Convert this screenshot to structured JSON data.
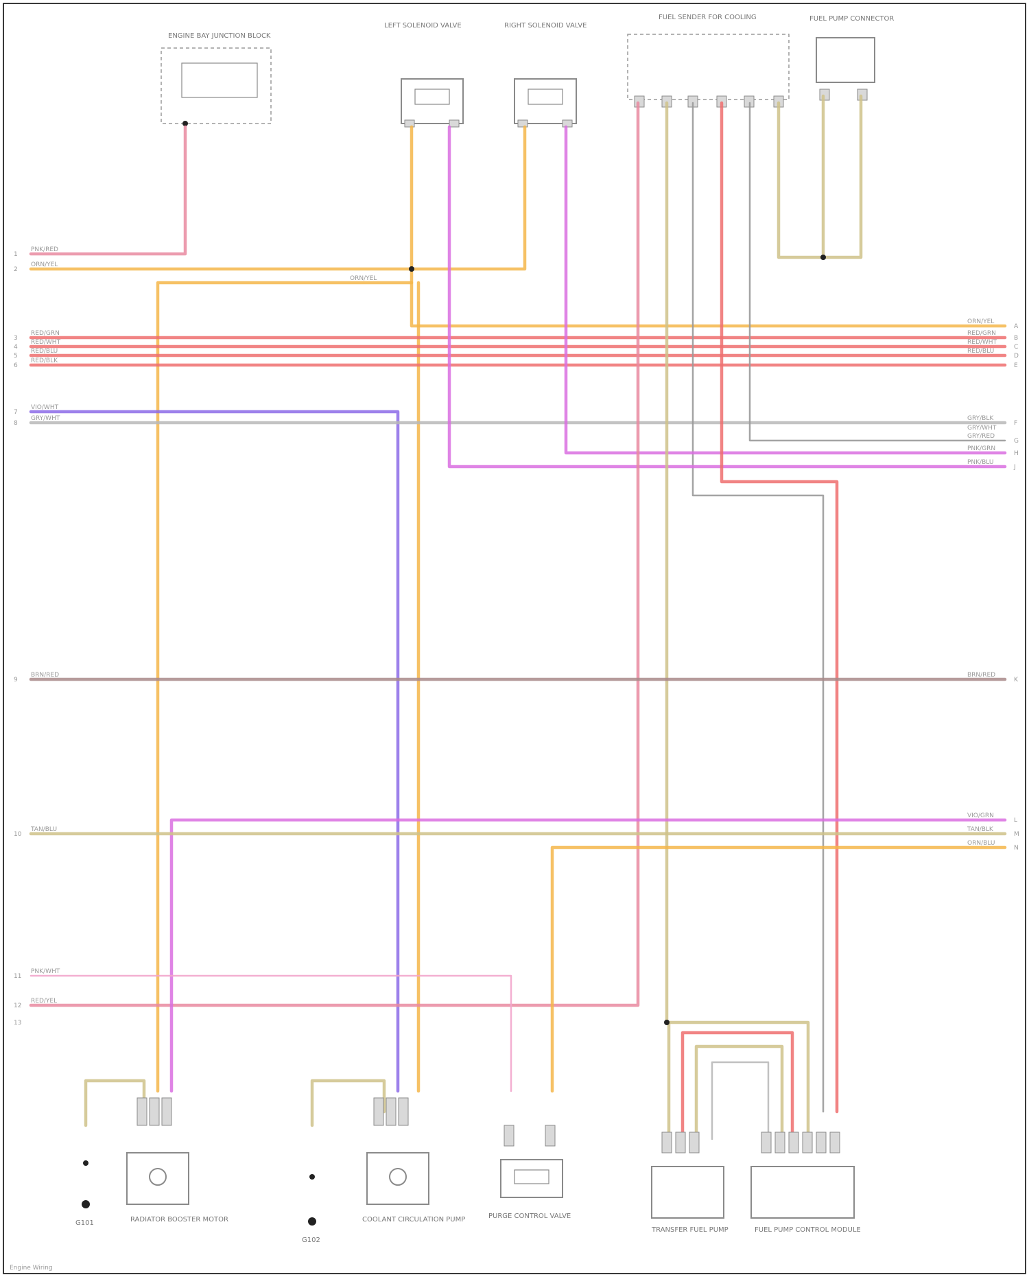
{
  "diagram": {
    "footer": "Engine Wiring",
    "components": {
      "engine_bay": "ENGINE BAY JUNCTION BLOCK",
      "left_solenoid": "LEFT SOLENOID VALVE",
      "right_solenoid": "RIGHT SOLENOID VALVE",
      "fuel_sender": "FUEL SENDER FOR COOLING",
      "fuel_pump_connector": "FUEL PUMP CONNECTOR",
      "heater_pump_a": "RADIATOR BOOSTER MOTOR",
      "heater_pump_b": "COOLANT CIRCULATION PUMP",
      "purge_valve": "PURGE CONTROL VALVE",
      "transfer_pump": "TRANSFER FUEL PUMP",
      "fuel_pump_module": "FUEL PUMP CONTROL MODULE",
      "ground_a": "G101",
      "ground_b": "G102"
    },
    "left_pins": [
      "1",
      "2",
      "3",
      "4",
      "5",
      "6",
      "7",
      "8",
      "9",
      "10",
      "11",
      "12",
      "13"
    ],
    "right_pins": [
      "A",
      "B",
      "C",
      "D",
      "E",
      "F",
      "G",
      "H",
      "J",
      "K",
      "L",
      "M",
      "N"
    ],
    "wire_labels": {
      "w_pk1": "PNK/RED",
      "w_or1": "ORN/YEL",
      "w_or_mid": "ORN/YEL",
      "w_r1": "RED/GRN",
      "w_r2": "RED/WHT",
      "w_r3": "RED/BLU",
      "w_r4": "RED/BLK",
      "w_v1": "VIO/WHT",
      "w_gy1": "GRY/WHT",
      "w_br1": "BRN/RED",
      "w_tn1": "TAN/BLU",
      "w_pk2": "PNK/WHT",
      "w_pk3": "RED/YEL",
      "r_or": "ORN/YEL",
      "r_r1": "RED/GRN",
      "r_r2": "RED/WHT",
      "r_r3": "RED/BLU",
      "r_gy1": "GRY/BLK",
      "r_gy2": "GRY/WHT",
      "r_gy3": "GRY/RED",
      "r_pk1": "PNK/GRN",
      "r_pk2": "PNK/BLU",
      "r_br": "BRN/RED",
      "r_mg": "VIO/GRN",
      "r_tn": "TAN/BLK",
      "r_or2": "ORN/BLU"
    },
    "colors": {
      "pink": "#e98aa0",
      "orange": "#f4b64a",
      "red": "#ee6f6f",
      "violet": "#8c6be8",
      "gray": "#b9b9b9",
      "brown": "#a98a8a",
      "magenta": "#d96fe0",
      "tan": "#cfc28a",
      "lightpink": "#f2a6cc"
    }
  }
}
